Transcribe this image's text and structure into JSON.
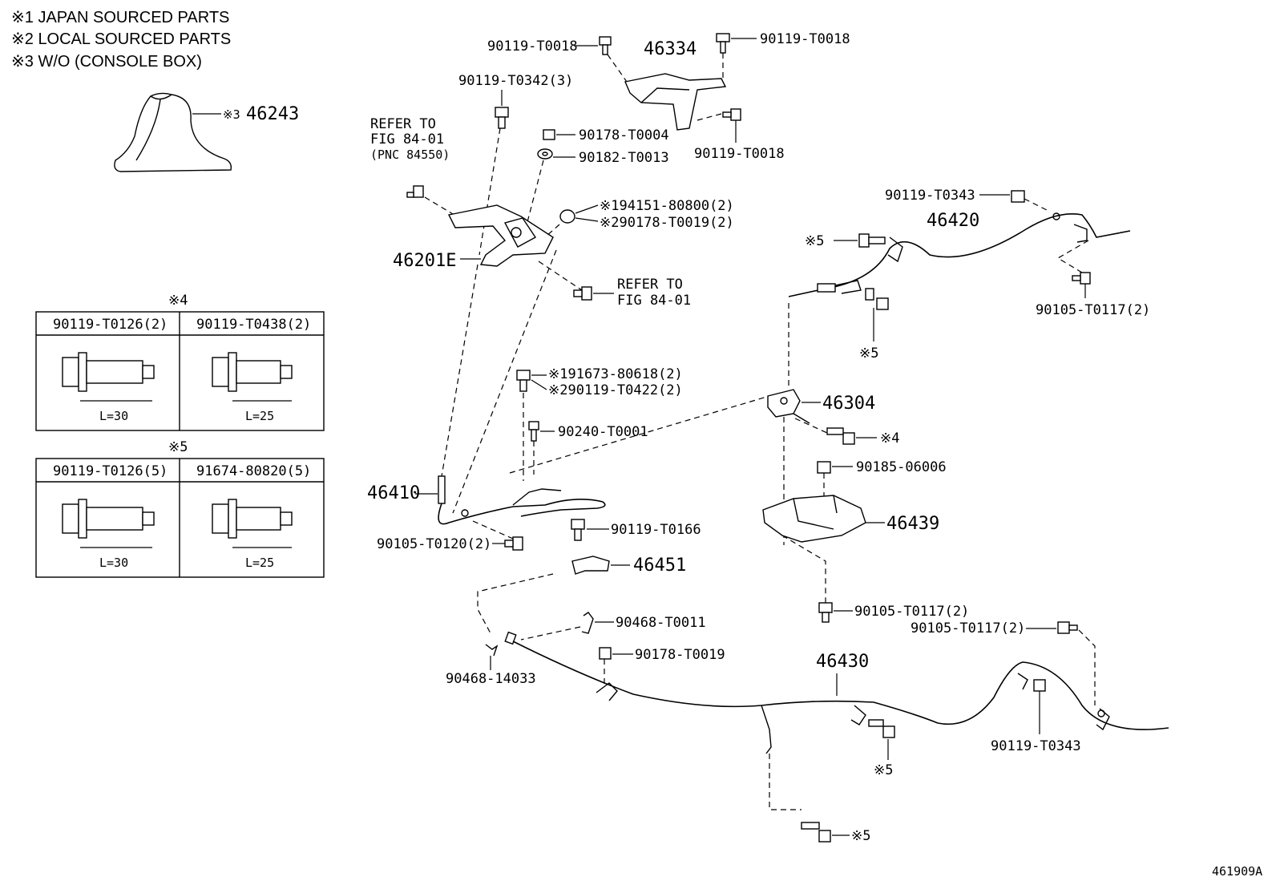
{
  "notes": {
    "n1": "※1  JAPAN SOURCED PARTS",
    "n2": "※2  LOCAL SOURCED PARTS",
    "n3": "※3 W/O (CONSOLE BOX)"
  },
  "table4": {
    "mark": "※4",
    "col1": "90119-T0126(2)",
    "col2": "90119-T0438(2)",
    "len1": "L=30",
    "len2": "L=25"
  },
  "table5": {
    "mark": "※5",
    "col1": "90119-T0126(5)",
    "col2": "91674-80820(5)",
    "len1": "L=30",
    "len2": "L=25"
  },
  "parts": {
    "p46243_mark": "※3",
    "p46243": "46243",
    "p46334": "46334",
    "b_t0018_a": "90119-T0018",
    "b_t0018_b": "90119-T0018",
    "b_t0018_c": "90119-T0018",
    "b_t0342": "90119-T0342(3)",
    "n_t0004": "90178-T0004",
    "w_t0013": "90182-T0013",
    "refer1_a": "REFER TO",
    "refer1_b": "FIG 84-01",
    "refer1_c": "(PNC 84550)",
    "p94151": "※194151-80800(2)",
    "p90178_t0019_2": "※290178-T0019(2)",
    "p46201e": "46201E",
    "refer2_a": "REFER TO",
    "refer2_b": "FIG 84-01",
    "b_t0343_a": "90119-T0343",
    "p46420": "46420",
    "m5_a": "※5",
    "m5_b": "※5",
    "b_t0117_a": "90105-T0117(2)",
    "p91673": "※191673-80618(2)",
    "p90119_t0422": "※290119-T0422(2)",
    "p46304": "46304",
    "m4": "※4",
    "p90240": "90240-T0001",
    "p90185": "90185-06006",
    "p46410": "46410",
    "p46439": "46439",
    "b_t0166": "90119-T0166",
    "b_t0120": "90105-T0120(2)",
    "p46451": "46451",
    "b_t0117_b": "90105-T0117(2)",
    "b_t0117_c": "90105-T0117(2)",
    "c_t0011": "90468-T0011",
    "c_14033": "90468-14033",
    "n_t0019": "90178-T0019",
    "p46430": "46430",
    "m5_c": "※5",
    "b_t0343_b": "90119-T0343",
    "m5_d": "※5"
  },
  "figure_id": "461909A"
}
